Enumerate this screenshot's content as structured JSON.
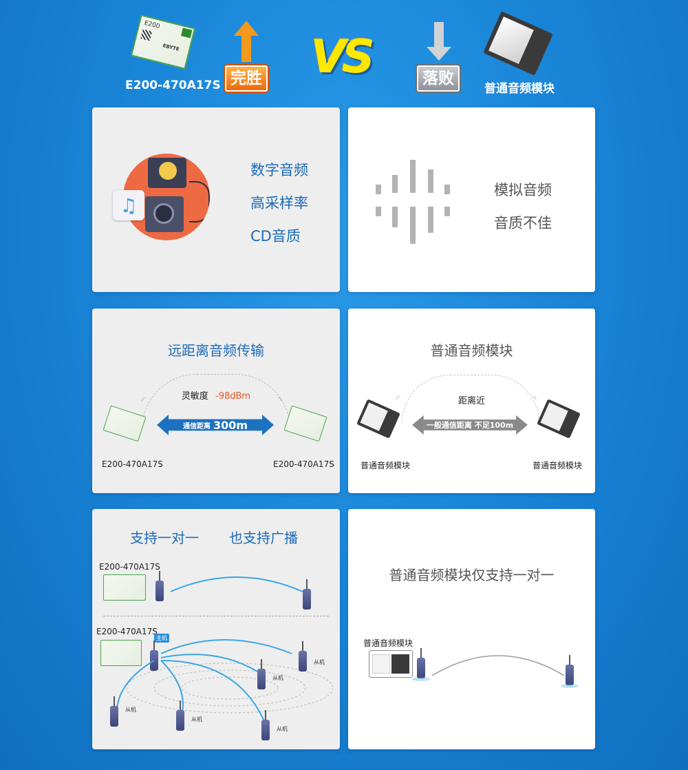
{
  "header": {
    "left_label": "E200-470A17S",
    "win_badge": "完胜",
    "vs": "VS",
    "lose_badge": "落败",
    "right_label": "普通音频模块",
    "module_chip_text": "E200",
    "module_brand": "EBYTE"
  },
  "row1": {
    "left": {
      "lines": [
        "数字音频",
        "高采样率",
        "CD音质"
      ],
      "icon": "music-note-icon"
    },
    "right": {
      "lines": [
        "模拟音频",
        "音质不佳"
      ],
      "icon": "sound-wave-icon"
    }
  },
  "row2": {
    "left": {
      "title": "远距离音频传输",
      "sensitivity_label": "灵敏度",
      "sensitivity_value": "-98dBm",
      "arrow_prefix": "通信距离",
      "arrow_value": "300m",
      "left_module": "E200-470A17S",
      "right_module": "E200-470A17S"
    },
    "right": {
      "title": "普通音频模块",
      "distance_label": "距离近",
      "arrow_text": "一般通信距离 不足100m",
      "left_module": "普通音频模块",
      "right_module": "普通音频模块"
    }
  },
  "row3": {
    "left": {
      "title_a": "支持一对一",
      "title_b": "也支持广播",
      "module_label_top": "E200-470A17S",
      "module_label_bottom": "E200-470A17S",
      "master_tag": "主机",
      "slave_label": "从机"
    },
    "right": {
      "title": "普通音频模块仅支持一对一",
      "module_label": "普通音频模块"
    }
  },
  "colors": {
    "accent_blue": "#1c6bb8",
    "accent_orange": "#f0690a",
    "sensitivity_red": "#e8541e"
  }
}
